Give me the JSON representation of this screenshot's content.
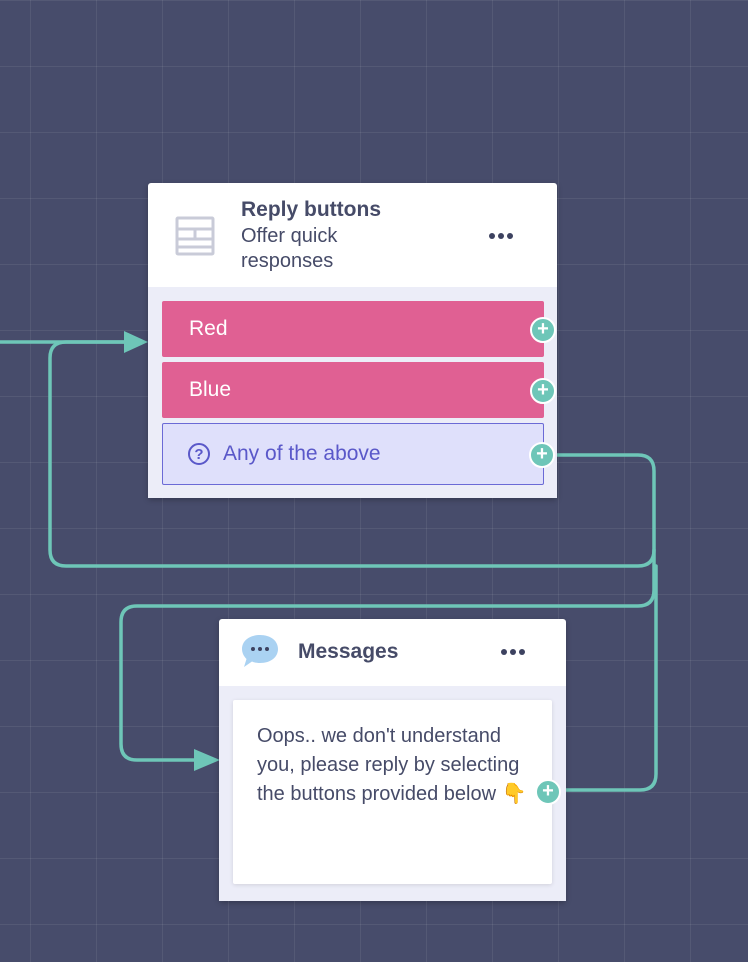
{
  "reply_node": {
    "title": "Reply buttons",
    "subtitle": "Offer quick responses",
    "icon": "layout-grid-icon",
    "more_icon": "more-horizontal-icon",
    "buttons": [
      {
        "label": "Red",
        "type": "reply"
      },
      {
        "label": "Blue",
        "type": "reply"
      },
      {
        "label": "Any of the above",
        "type": "fallback",
        "icon": "question-circle-icon"
      }
    ]
  },
  "messages_node": {
    "title": "Messages",
    "icon": "chat-bubble-icon",
    "more_icon": "more-horizontal-icon",
    "message": "Oops.. we don't understand you, please reply by selecting the buttons provided below 👇"
  },
  "add_port_symbol": "+",
  "colors": {
    "canvas_bg": "#474c6b",
    "connector": "#6ec6b8",
    "reply_button": "#e06093",
    "fallback_bg": "#dfe0fb",
    "fallback_text": "#5a58c9",
    "node_text": "#464b68"
  }
}
